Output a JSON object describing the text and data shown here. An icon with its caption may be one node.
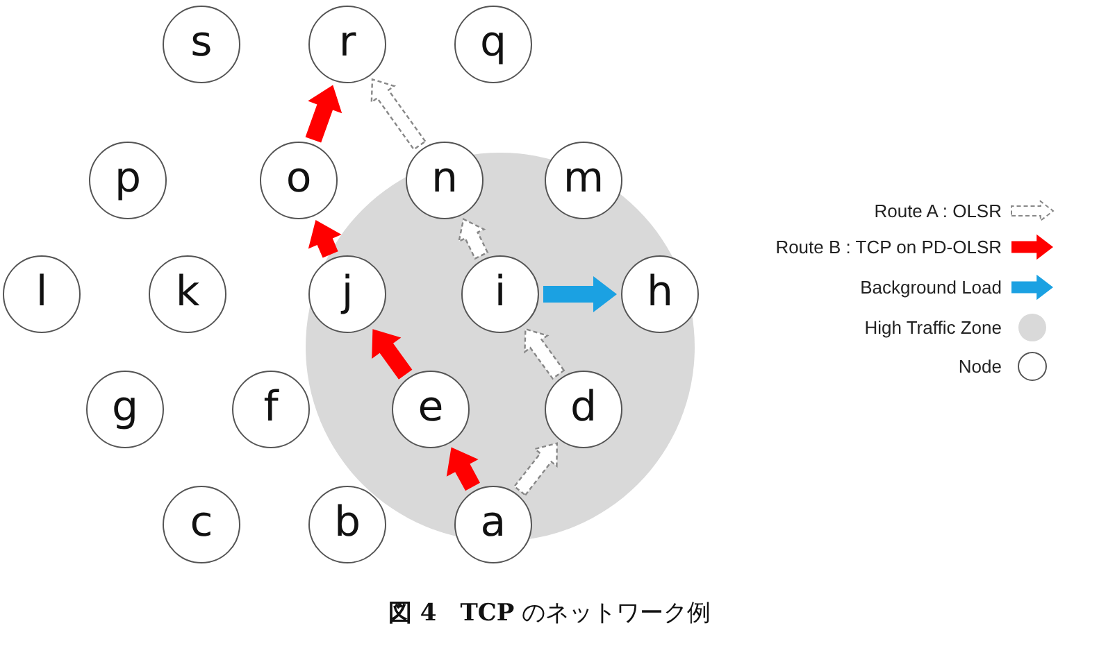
{
  "diagram": {
    "caption": "**図 4**　**TCP** のネットワーク例",
    "nodes": [
      {
        "text": [
          "s"
        ]
      },
      {
        "text": [
          "r"
        ]
      },
      {
        "text": [
          "q"
        ]
      },
      {
        "text": [
          "p"
        ]
      },
      {
        "text": [
          "o"
        ]
      },
      {
        "text": [
          "n"
        ]
      },
      {
        "text": [
          "m"
        ]
      },
      {
        "text": [
          "l"
        ]
      },
      {
        "text": [
          "k"
        ]
      },
      {
        "text": [
          "j"
        ]
      },
      {
        "text": [
          "i"
        ]
      },
      {
        "text": [
          "h"
        ]
      },
      {
        "text": [
          "g"
        ]
      },
      {
        "text": [
          "f"
        ]
      },
      {
        "text": [
          "e"
        ]
      },
      {
        "text": [
          "d"
        ]
      },
      {
        "text": [
          "c"
        ]
      },
      {
        "text": [
          "b"
        ]
      },
      {
        "text": [
          "a"
        ]
      }
    ],
    "edges": [
      {
        "from": 18,
        "to": 15,
        "arrow": "to",
        "style": "dashed",
        "color": "#ffffff"
      },
      {
        "from": 15,
        "to": 10,
        "arrow": "to",
        "style": "dashed",
        "color": "#ffffff"
      },
      {
        "from": 10,
        "to": 5,
        "arrow": "to",
        "style": "dashed",
        "color": "#ffffff"
      },
      {
        "from": 5,
        "to": 1,
        "arrow": "to",
        "style": "dashed",
        "color": "#ffffff"
      },
      {
        "from": 18,
        "to": 14,
        "arrow": "to",
        "style": "thick",
        "color": "#ff0000"
      },
      {
        "from": 14,
        "to": 9,
        "arrow": "to",
        "style": "thick",
        "color": "#ff0000"
      },
      {
        "from": 9,
        "to": 4,
        "arrow": "to",
        "style": "thick",
        "color": "#ff0000"
      },
      {
        "from": 4,
        "to": 1,
        "arrow": "to",
        "style": "thick",
        "color": "#ff0000"
      },
      {
        "from": 10,
        "to": 11,
        "arrow": "to",
        "style": "thick",
        "color": "#1ba1e2"
      }
    ],
    "legend": [
      {
        "text": "Route A : OLSR"
      },
      {
        "text": "Route B : TCP on PD-OLSR"
      },
      {
        "text": "Background Load"
      },
      {
        "text": "High Traffic Zone",
        "color": "#d9d9d9"
      },
      {
        "text": "Node",
        "color": "#ffffff"
      }
    ]
  }
}
